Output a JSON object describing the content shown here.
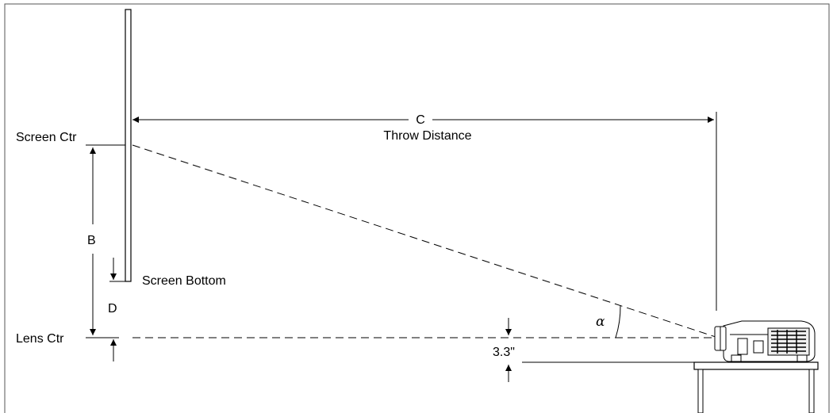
{
  "labels": {
    "screen_ctr": "Screen Ctr",
    "screen_bottom": "Screen Bottom",
    "lens_ctr": "Lens Ctr",
    "b": "B",
    "c": "C",
    "d": "D",
    "throw_distance": "Throw Distance",
    "alpha": "α",
    "offset": "3.3\""
  }
}
